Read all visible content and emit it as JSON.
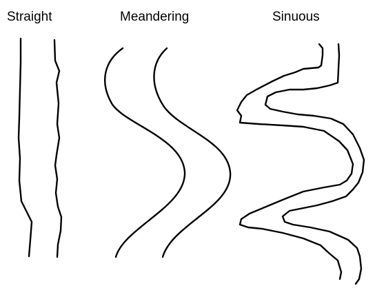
{
  "labels": {
    "straight": "Straight",
    "meandering": "Meandering",
    "sinuous": "Sinuous"
  },
  "colors": {
    "line": "#000000",
    "background": "#ffffff"
  }
}
